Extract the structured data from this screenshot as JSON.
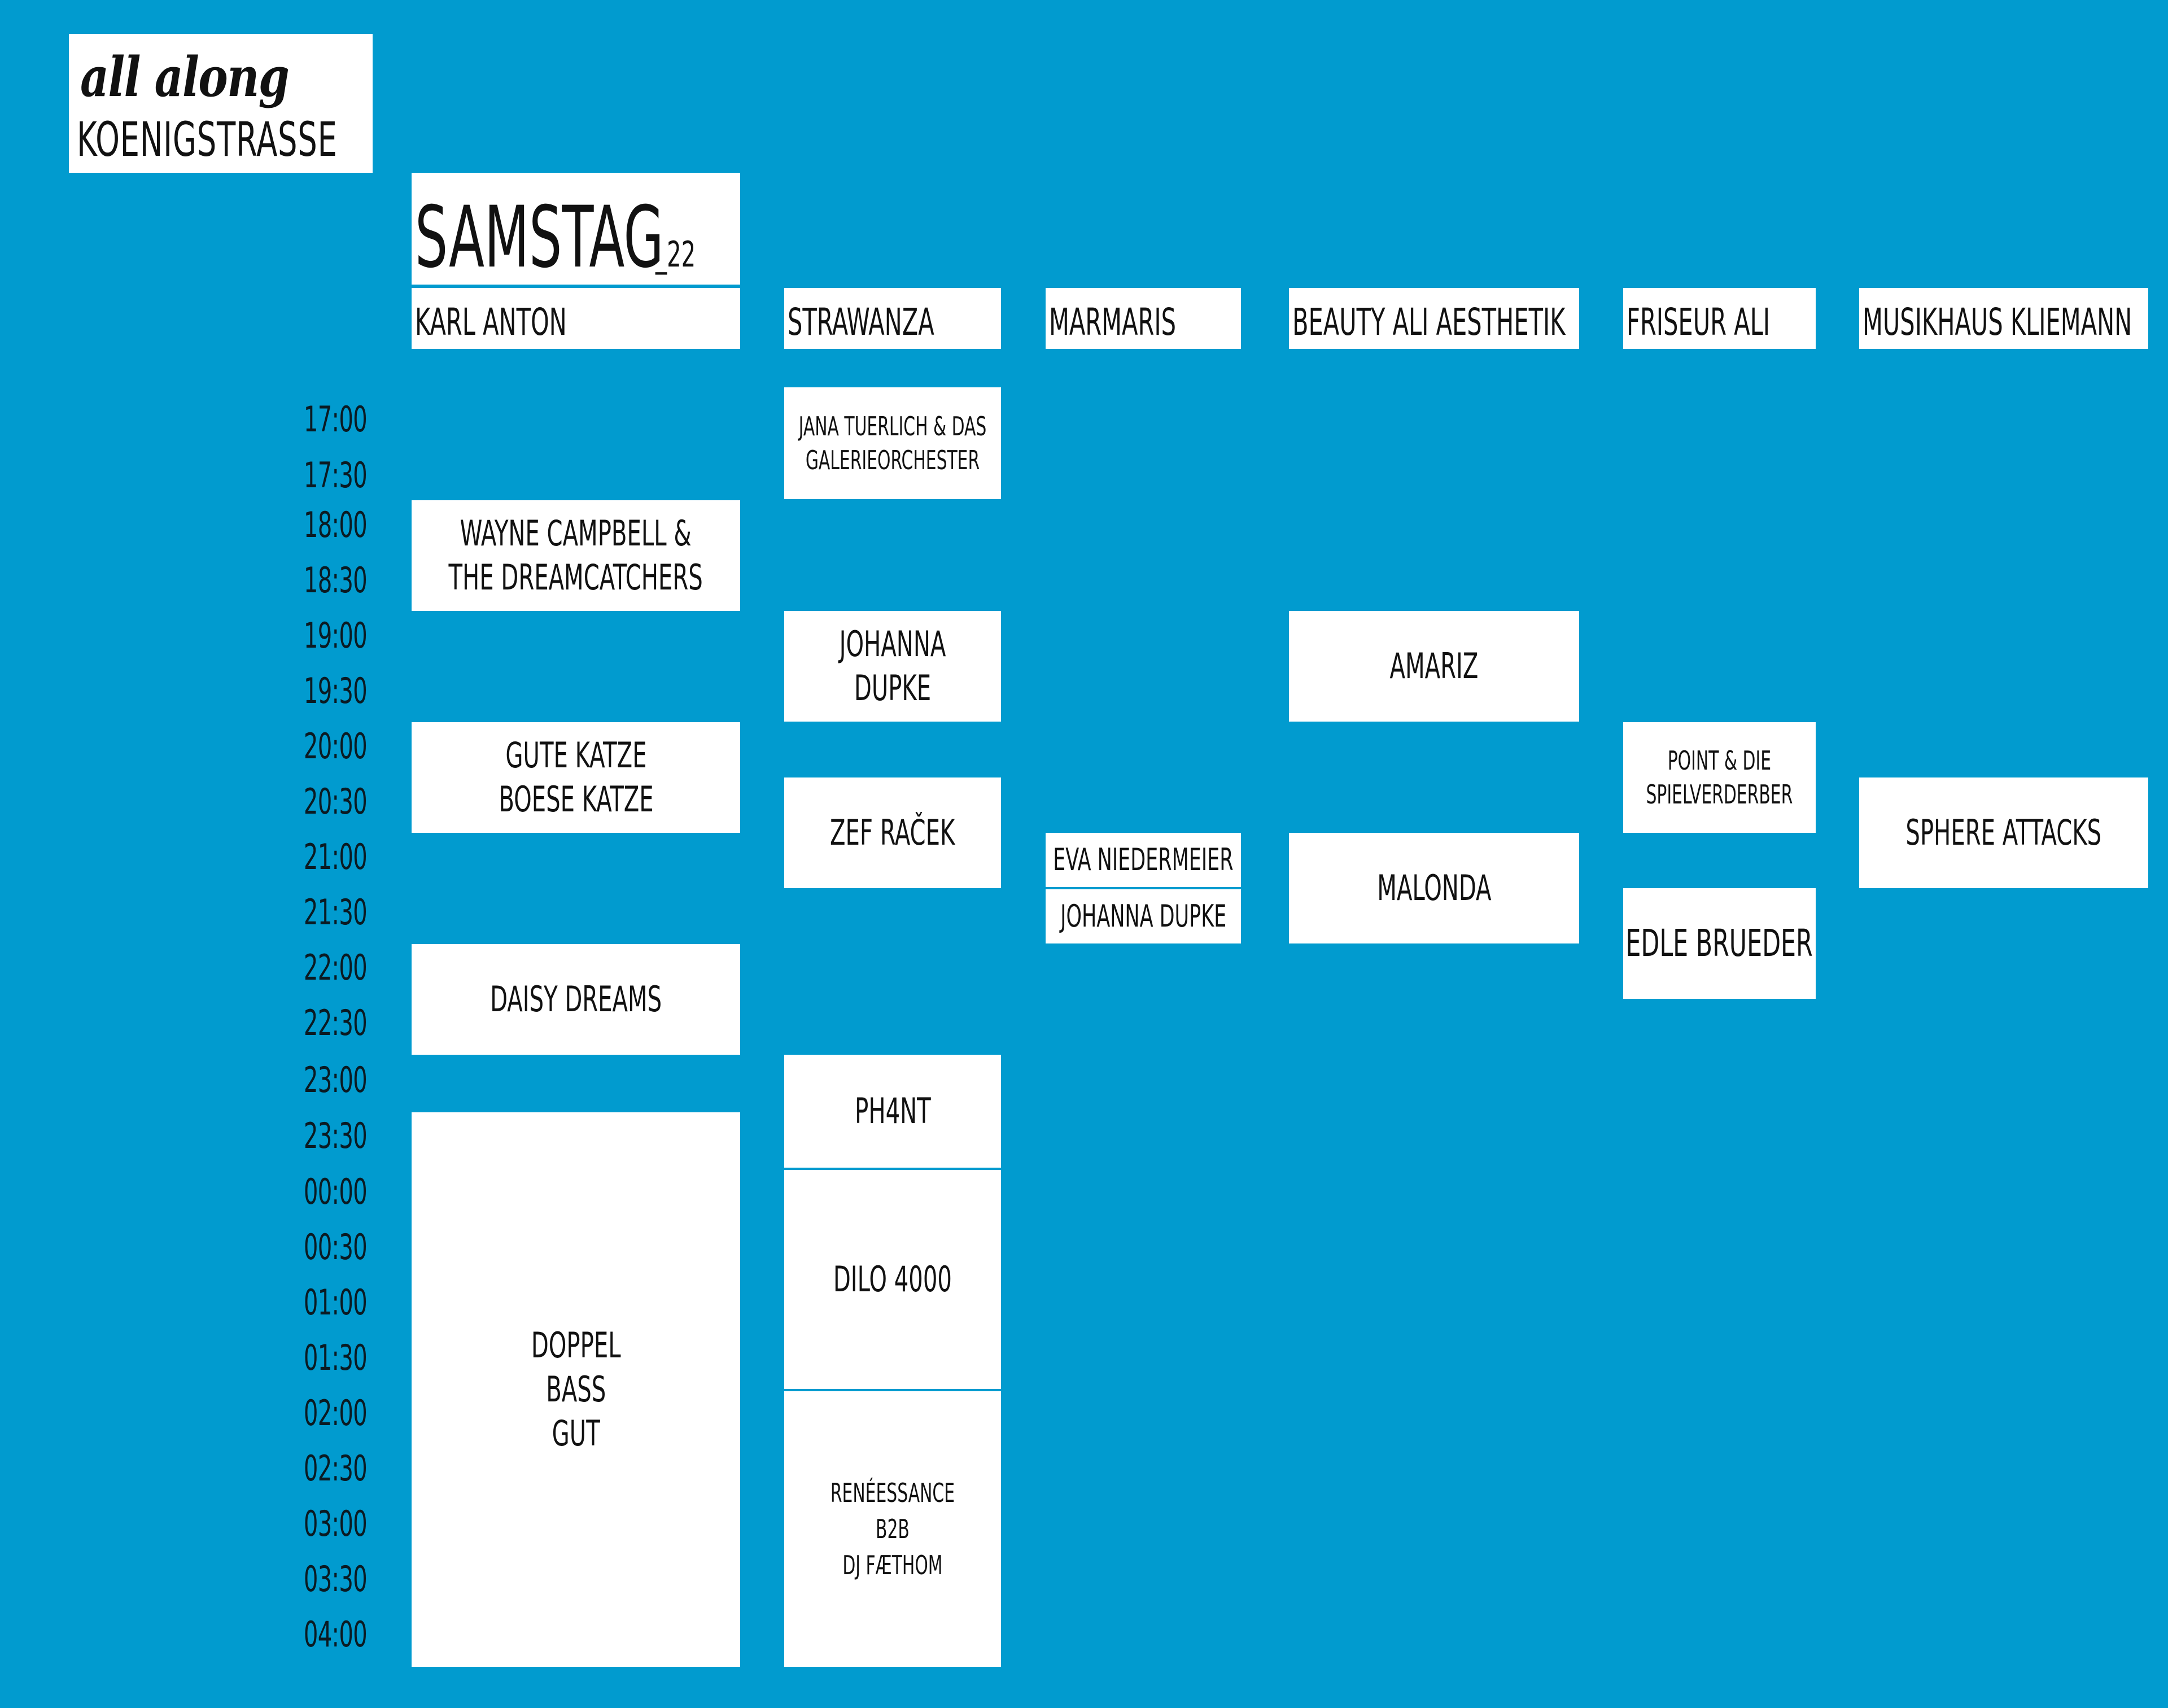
{
  "logo": {
    "brand": "all along",
    "street": "KOENIGSTRASSE"
  },
  "day": {
    "name": "SAMSTAG",
    "num": "_22"
  },
  "venues": [
    "KARL ANTON",
    "STRAWANZA",
    "MARMARIS",
    "BEAUTY ALI AESTHETIK",
    "FRISEUR ALI",
    "MUSIKHAUS KLIEMANN"
  ],
  "times": [
    "17:00",
    "17:30",
    "18:00",
    "18:30",
    "19:00",
    "19:30",
    "20:00",
    "20:30",
    "21:00",
    "21:30",
    "22:00",
    "22:30",
    "23:00",
    "23:30",
    "00:00",
    "00:30",
    "01:00",
    "01:30",
    "02:00",
    "02:30",
    "03:00",
    "03:30",
    "04:00"
  ],
  "acts": {
    "wayne_campbell": [
      "WAYNE CAMPBELL &",
      "THE DREAMCATCHERS"
    ],
    "gute_katze": [
      "GUTE KATZE",
      "BOESE KATZE"
    ],
    "daisy_dreams": [
      "DAISY DREAMS"
    ],
    "doppel_bass_gut": [
      "DOPPEL",
      "BASS",
      "GUT"
    ],
    "jana_tuerlich": [
      "JANA TUERLICH & DAS",
      "GALERIEORCHESTER"
    ],
    "johanna_dupke_strawanza": [
      "JOHANNA",
      "DUPKE"
    ],
    "zef_racek": [
      "ZEF RAČEK"
    ],
    "ph4nt": [
      "PH4NT"
    ],
    "dilo_4000": [
      "DILO 4000"
    ],
    "reneessance": [
      "RENÉESSANCE",
      "B2B",
      "DJ FÆTHOM"
    ],
    "eva_niedermeier": [
      "EVA NIEDERMEIER"
    ],
    "johanna_dupke_marmaris": [
      "JOHANNA DUPKE"
    ],
    "amariz": [
      "AMARIZ"
    ],
    "malonda": [
      "MALONDA"
    ],
    "point_spielverderber": [
      "POINT & DIE",
      "SPIELVERDERBER"
    ],
    "edle_brueder": [
      "EDLE BRUEDER"
    ],
    "sphere_attacks": [
      "SPHERE ATTACKS"
    ]
  }
}
